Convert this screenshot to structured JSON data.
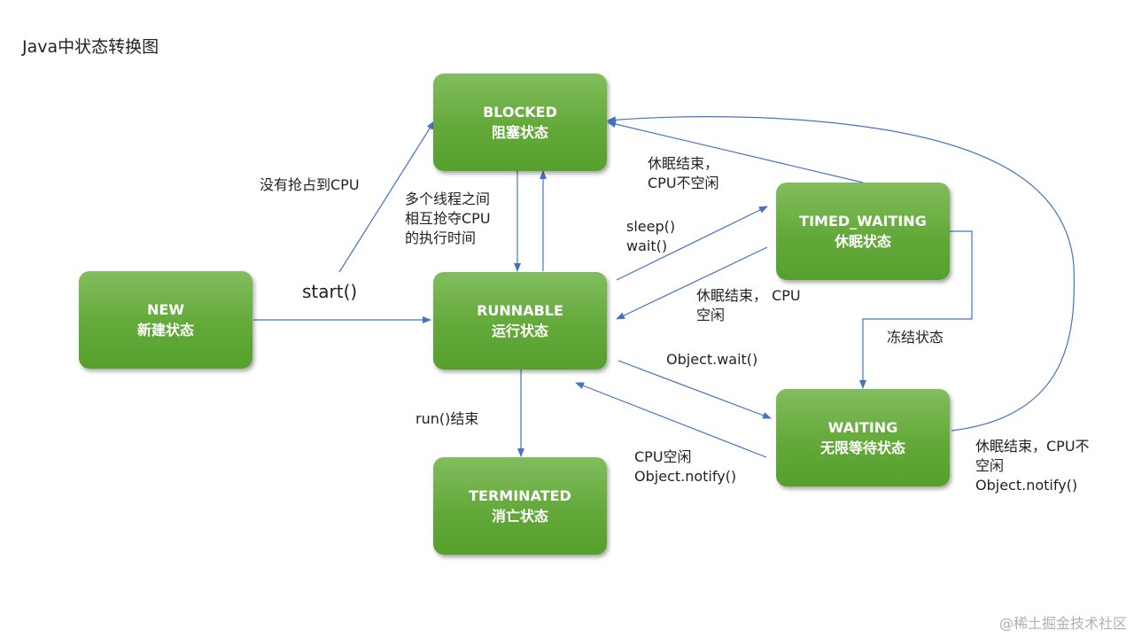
{
  "title": "Java中状态转换图",
  "states": {
    "blocked": {
      "en": "BLOCKED",
      "cn": "阻塞状态"
    },
    "new": {
      "en": "NEW",
      "cn": "新建状态"
    },
    "runnable": {
      "en": "RUNNABLE",
      "cn": "运行状态"
    },
    "timed_waiting": {
      "en": "TIMED_WAITING",
      "cn": "休眠状态"
    },
    "waiting": {
      "en": "WAITING",
      "cn": "无限等待状态"
    },
    "terminated": {
      "en": "TERMINATED",
      "cn": "消亡状态"
    }
  },
  "labels": {
    "no_cpu": "没有抢占到CPU",
    "start": "start()",
    "compete": [
      "多个线程之间",
      "相互抢夺CPU",
      "的执行时间"
    ],
    "sleep_wait": [
      "sleep()",
      "wait()"
    ],
    "sleep_end_blocked": [
      "休眠结束，",
      "CPU不空闲"
    ],
    "sleep_end_runnable": [
      "休眠结束， CPU",
      "空闲"
    ],
    "freeze": "冻结状态",
    "object_wait": "Object.wait()",
    "run_end": "run()结束",
    "cpu_free_notify": [
      "CPU空闲",
      "Object.notify()"
    ],
    "waiting_to_blocked": [
      "休眠结束，CPU不",
      "空闲",
      "Object.notify()"
    ]
  },
  "colors": {
    "arrow": "#4472c4",
    "state_fill": "#63a93a",
    "state_text": "#ffffff"
  },
  "watermark": "@稀土掘金技术社区"
}
